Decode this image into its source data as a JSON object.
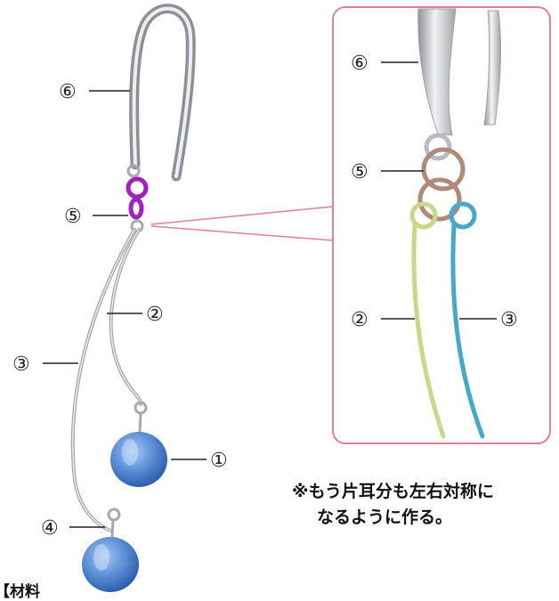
{
  "labels": {
    "hook": "⑥",
    "jump_ring": "⑤",
    "long_wire": "③",
    "short_wire": "②",
    "bead_top": "①",
    "bead_pin": "④"
  },
  "inset_labels": {
    "hook": "⑥",
    "jump_ring": "⑤",
    "short_wire": "②",
    "long_wire": "③"
  },
  "note": {
    "line1": "※もう片耳分も左右対称に",
    "line2": "なるように作る。"
  },
  "footer_text": "【材料",
  "colors": {
    "silver": "#b8bcc2",
    "ring_highlight": "#a020c0",
    "bead": "#5b8fd6",
    "inset_border": "#e08090",
    "ring_brown": "#b08a78",
    "wire_yellow": "#c8d888",
    "wire_blue": "#48a8c8",
    "leader_line": "#222222"
  }
}
